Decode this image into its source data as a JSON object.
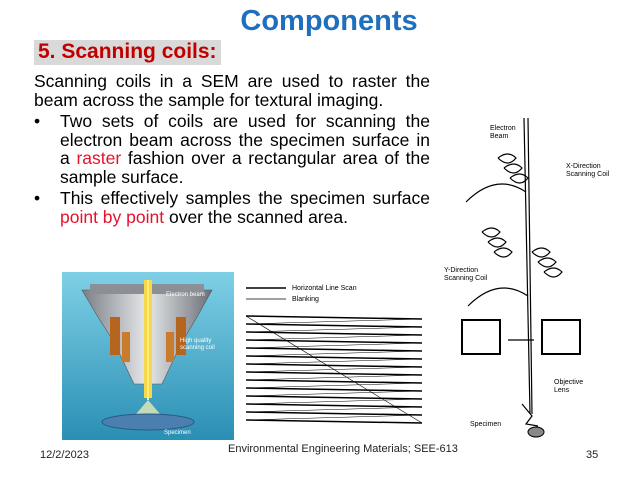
{
  "slide": {
    "title": "Components",
    "section_heading": "5. Scanning coils:",
    "intro": "Scanning coils in a SEM are used to raster the beam across the sample for textural imaging.",
    "bullet1": {
      "text_before": "Two sets of coils are used for scanning the electron beam across the specimen surface in a ",
      "highlight": "raster",
      "text_after": " fashion over a rectangular area of the sample surface."
    },
    "bullet2": {
      "text_before": "This effectively samples the specimen surface ",
      "highlight": "point by point",
      "text_after": " over the scanned area."
    },
    "bullet_symbol": "•",
    "highlight_color": "#e8112d",
    "title_color": "#1f6fbf"
  },
  "figure_coil": {
    "electron_beam": "Electron beam",
    "high_quality_line1": "High quality",
    "high_quality_line2": "scanning coil",
    "specimen": "Specimen"
  },
  "figure_raster": {
    "legend_scan": "Horizontal Line Scan",
    "legend_blank": "Blanking"
  },
  "figure_column": {
    "electron_beam_line1": "Electron",
    "electron_beam_line2": "Beam",
    "x_coil_line1": "X-Direction",
    "x_coil_line2": "Scanning Coil",
    "y_coil_line1": "Y-Direction",
    "y_coil_line2": "Scanning Coil",
    "objective_line1": "Objective",
    "objective_line2": "Lens",
    "specimen": "Specimen"
  },
  "footer": {
    "date": "12/2/2023",
    "course": "Environmental Engineering Materials; SEE-613",
    "page": "35"
  }
}
